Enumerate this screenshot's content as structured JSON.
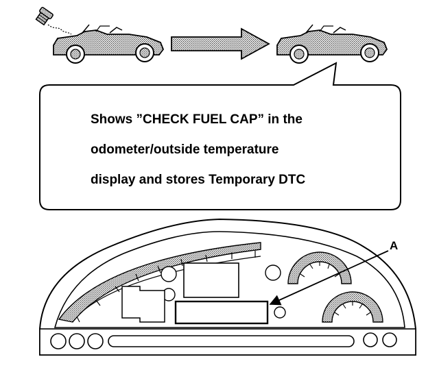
{
  "callout": {
    "lines": [
      "Shows ”CHECK FUEL CAP” in the",
      "odometer/outside temperature",
      "display and stores Temporary DTC"
    ]
  },
  "cluster": {
    "pointer_label": "A"
  },
  "icons": {
    "fuel_cap": "fuel-cap-icon",
    "car_left": "convertible-car-icon",
    "arrow": "right-arrow-icon",
    "car_right": "convertible-car-icon"
  }
}
